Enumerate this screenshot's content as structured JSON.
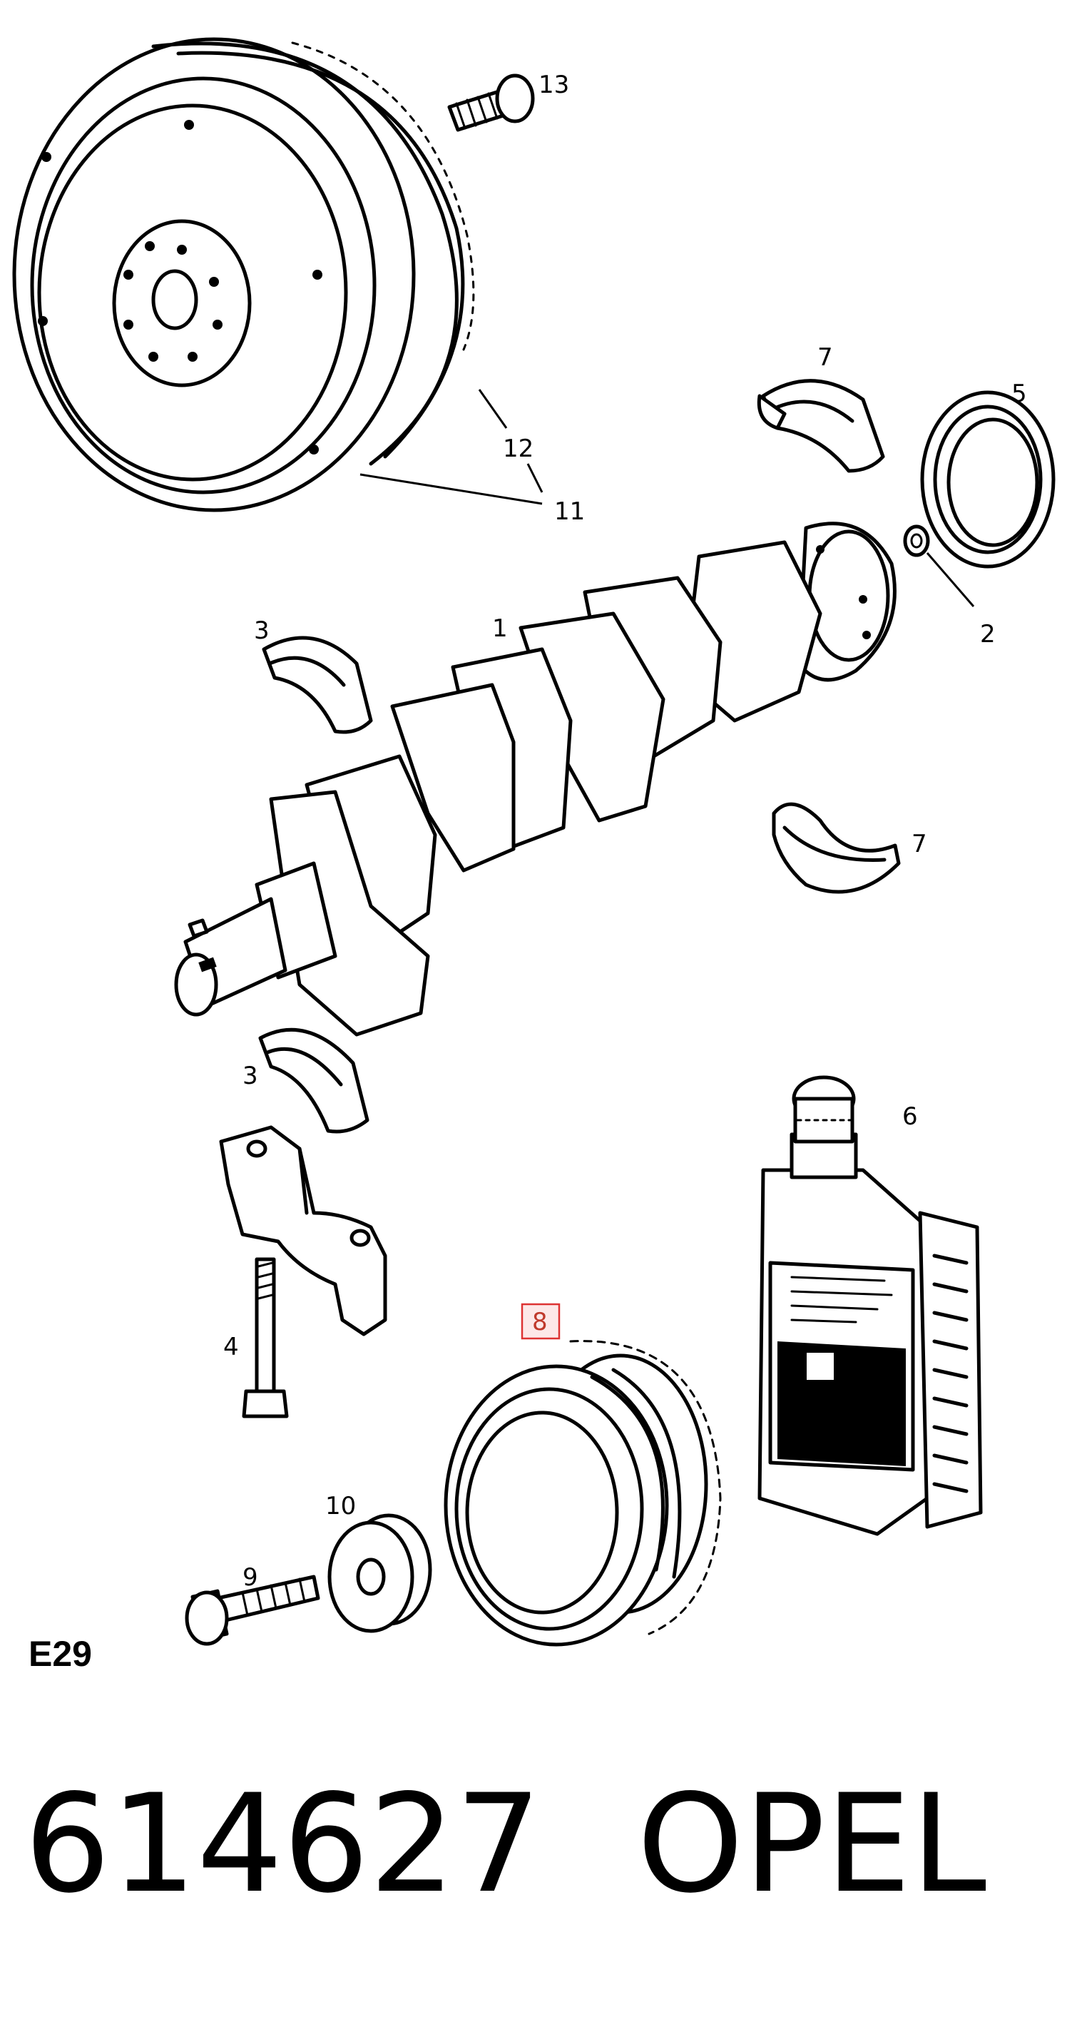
{
  "diagram": {
    "section_code": "E29",
    "callouts": [
      {
        "id": "c13",
        "text": "13"
      },
      {
        "id": "c7a",
        "text": "7"
      },
      {
        "id": "c5",
        "text": "5"
      },
      {
        "id": "c12",
        "text": "12"
      },
      {
        "id": "c11",
        "text": "11"
      },
      {
        "id": "c3a",
        "text": "3"
      },
      {
        "id": "c1",
        "text": "1"
      },
      {
        "id": "c2",
        "text": "2"
      },
      {
        "id": "c7b",
        "text": "7"
      },
      {
        "id": "c3b",
        "text": "3"
      },
      {
        "id": "c6",
        "text": "6"
      },
      {
        "id": "c8",
        "text": "8"
      },
      {
        "id": "c4",
        "text": "4"
      },
      {
        "id": "c10",
        "text": "10"
      },
      {
        "id": "c9",
        "text": "9"
      }
    ],
    "highlighted_callout": "8"
  },
  "footer": {
    "part_number": "614627",
    "brand": "OPEL"
  }
}
